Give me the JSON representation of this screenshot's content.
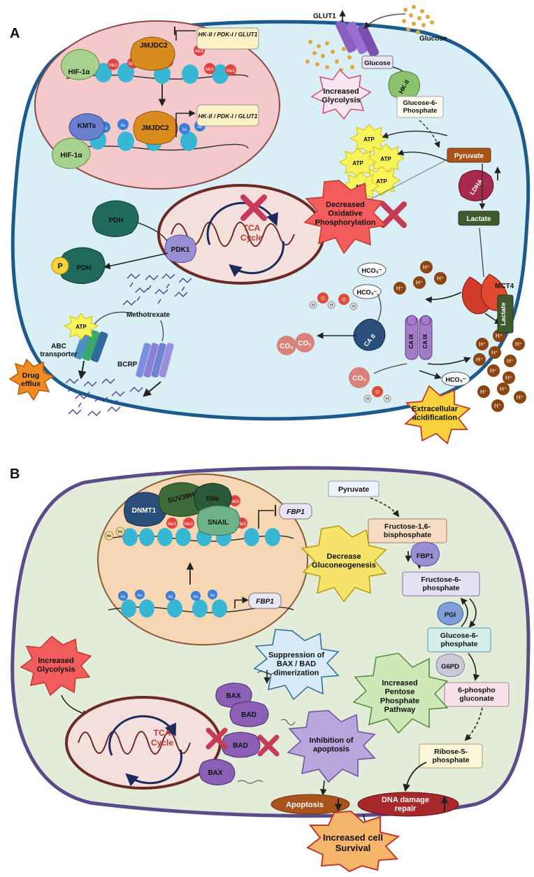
{
  "colors": {
    "cellA_fill": "#d9eef5",
    "cellA_stroke": "#1c5a8c",
    "cellB_fill": "#e3ecd9",
    "cellB_stroke": "#5b4b8a",
    "nucleusA": "#f4c9cb",
    "nucleusB": "#f7d6b4",
    "mito": "#f3dfdb",
    "mito_stroke": "#6b2a24",
    "red_burst": "#f25c5c",
    "orange_burst": "#f5a33b",
    "yellow_burst": "#f7e36a",
    "blue_burst": "#d6ebf7",
    "purple_burst": "#b9a6dc",
    "green_burst": "#cfe8b8",
    "pink_burst": "#f5e6f0",
    "cross": "#c63b56",
    "histone": "#38b7d4",
    "me3": "#e0433f",
    "ac": "#3b7fd9"
  },
  "panelA": {
    "label": "A",
    "nucleus": {
      "hif1a_top": "HIF-1α",
      "jmjdc2_top": "JMJDC2",
      "gene_top": "HK-II / PDK-I / GLUT1",
      "kmts": "KMTs",
      "jmjdc2_bottom": "JMJDC2",
      "hif1a_bottom": "HIF-1α",
      "gene_bottom": "HK-II / PDK-I / GLUT1",
      "me3": "Me3",
      "ac": "Ac"
    },
    "glut1": "GLUT1",
    "glucose_outside": "Glucose",
    "glucose_inside": "Glucose",
    "hk2": "HK-II",
    "g6p": "Glucose-6-\nPhosphate",
    "pyruvate": "Pyruvate",
    "ldha": "LDHA",
    "lactate": "Lactate",
    "lactate_out": "Lactate",
    "mct4": "MCT4",
    "atp": "ATP",
    "increased_glycolysis": "Increased\nGlycolysis",
    "decreased_oxphos": "Decreased\nOxidative\nPhosphorylation",
    "tca": "TCA\nCycle",
    "pdh": "PDH",
    "pdh_p": "PDH",
    "p": "P",
    "pdk1": "PDK1",
    "methotrexate": "Methotrexate",
    "abc": "ABC\ntransporter",
    "bcrp": "BCRP",
    "drug_efflux": "Drug\nefflux",
    "hco3": "HCO₃⁻",
    "hplus": "H⁺",
    "co2": "CO₂",
    "ca2": "CA II",
    "ca9": "CA IX",
    "o": "O",
    "h": "H",
    "extracellular": "Extracellular\nacidification"
  },
  "panelB": {
    "label": "B",
    "nucleus": {
      "dnmt1": "DNMT1",
      "suv39h1": "SUV39H1",
      "g9a": "G9a",
      "snail": "SNAIL",
      "fbp1_top": "FBP1",
      "fbp1_bottom": "FBP1",
      "me3": "Me3",
      "me": "Me",
      "ac": "Ac"
    },
    "pyruvate": "Pyruvate",
    "f16bp": "Fructose-1,6-\nbisphosphate",
    "fbp1": "FBP1",
    "f6p": "Fructose-6-\nphosphate",
    "pgi": "PGI",
    "g6p": "Glucose-6-\nphosphate",
    "g6pd": "G6PD",
    "pg6": "6-phospho\ngluconate",
    "r5p": "Ribose-5-\nphosphate",
    "decrease_gluco": "Decrease\nGluconeogenesis",
    "increased_glycolysis": "Increased\nGlycolysis",
    "suppression": "Suppression of\nBAX / BAD\ndimerization",
    "ppp": "Increased\nPentose\nPhosphate\nPathway",
    "inhibition": "Inhibition of\napoptosis",
    "tca": "TCA\nCycle",
    "bax": "BAX",
    "bad": "BAD",
    "apoptosis": "Apoptosis",
    "dna_repair": "DNA damage\nrepair",
    "survival": "Increased cell\nSurvival"
  }
}
